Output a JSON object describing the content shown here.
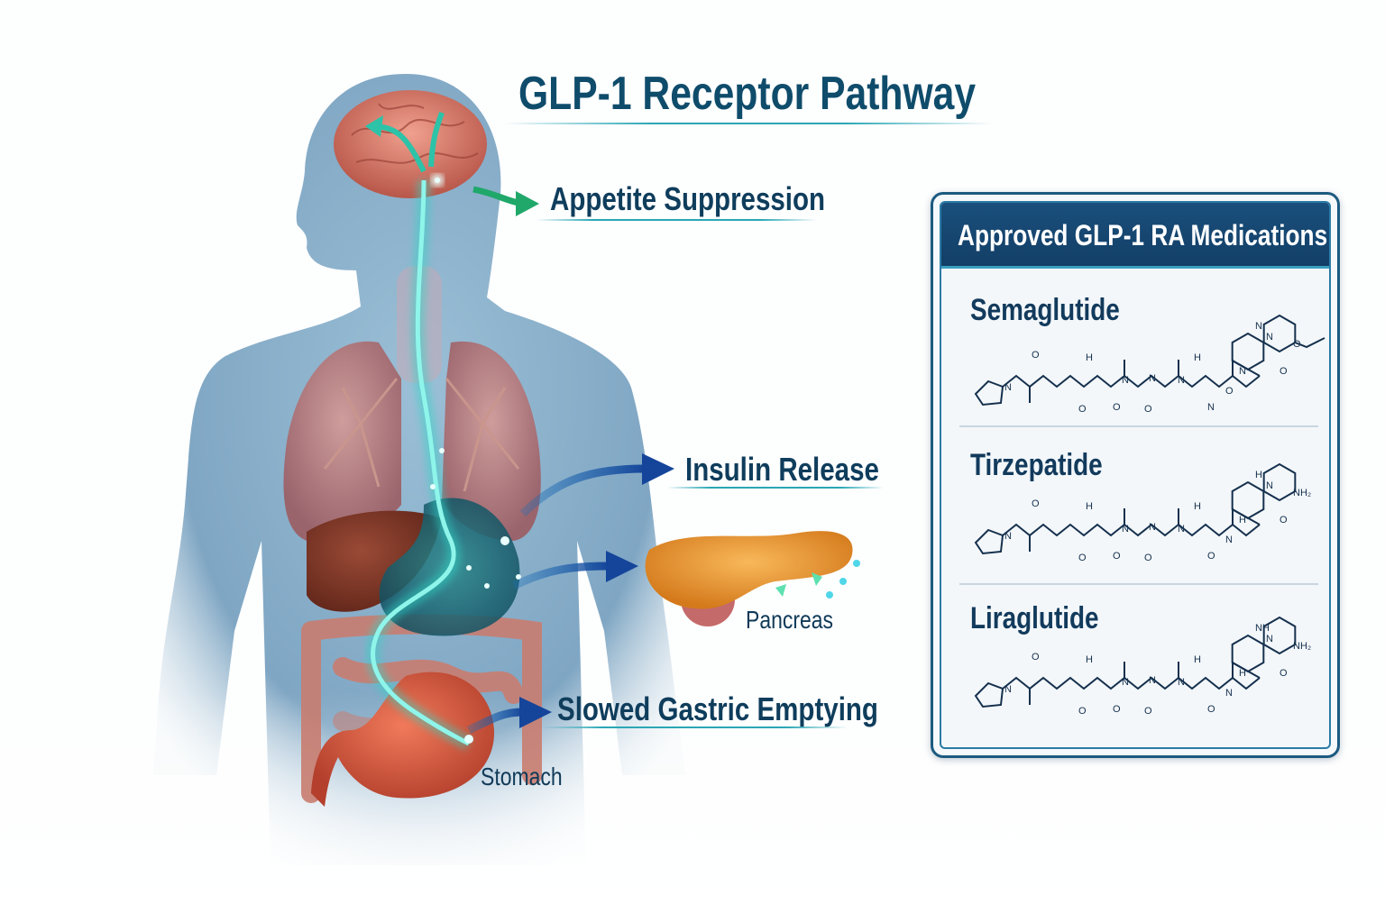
{
  "title": "GLP-1 Receptor Pathway",
  "effects": {
    "appetite": "Appetite Suppression",
    "insulin": "Insulin Release",
    "gastric": "Slowed Gastric Emptying"
  },
  "organs": {
    "pancreas": "Pancreas",
    "stomach": "Stomach"
  },
  "colors": {
    "title": "#0f4c6b",
    "pathway": "#2fd6c6",
    "appetite_arrow": "#1fa86a",
    "effect_arrow": "#15459a",
    "panel_header": "#1a4f7c"
  },
  "panel": {
    "title": "Approved GLP-1 RA Medications",
    "drugs": [
      {
        "name": "Semaglutide",
        "atoms": [
          "N",
          "O",
          "O",
          "H",
          "N",
          "O",
          "N",
          "O",
          "N",
          "H",
          "N",
          "O",
          "N",
          "N",
          "O",
          "N",
          "O"
        ]
      },
      {
        "name": "Tirzepatide",
        "atoms": [
          "N",
          "O",
          "O",
          "H",
          "N",
          "O",
          "N",
          "O",
          "N",
          "H",
          "O",
          "N",
          "H",
          "N",
          "O",
          "H",
          "NH₂"
        ]
      },
      {
        "name": "Liraglutide",
        "atoms": [
          "N",
          "O",
          "O",
          "H",
          "N",
          "O",
          "N",
          "O",
          "N",
          "H",
          "O",
          "N",
          "H",
          "N",
          "O",
          "NH",
          "NH₂"
        ]
      }
    ]
  }
}
